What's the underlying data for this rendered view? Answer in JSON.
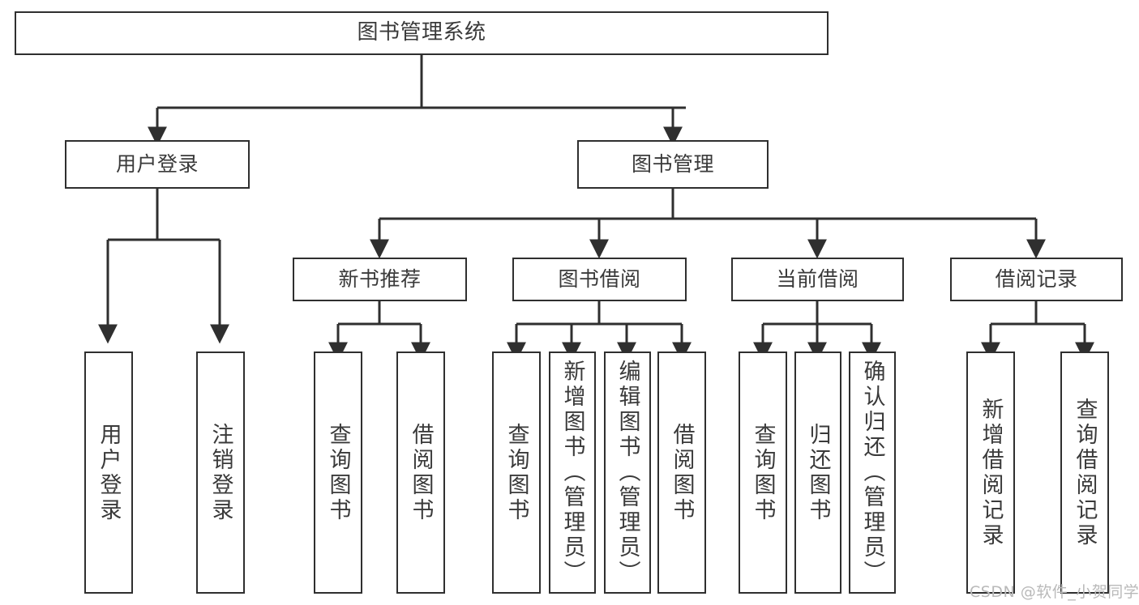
{
  "diagram": {
    "title": "图书管理系统",
    "type": "tree-hierarchy",
    "watermark": "CSDN @软件_小贺同学",
    "colors": {
      "stroke": "#2f2f2f",
      "text": "#3a3a3a",
      "background": "#ffffff",
      "watermark": "#b9b9b9"
    },
    "nodes": {
      "root": {
        "label": "图书管理系统"
      },
      "level2": [
        {
          "id": "user-login",
          "label": "用户登录"
        },
        {
          "id": "book-manage",
          "label": "图书管理"
        }
      ],
      "level3": [
        {
          "id": "new-book-recommend",
          "label": "新书推荐"
        },
        {
          "id": "book-borrow",
          "label": "图书借阅"
        },
        {
          "id": "current-borrow",
          "label": "当前借阅"
        },
        {
          "id": "borrow-record",
          "label": "借阅记录"
        }
      ],
      "leaves": [
        {
          "id": "leaf-user-login",
          "label": "用户登录",
          "parent": "user-login"
        },
        {
          "id": "leaf-logout",
          "label": "注销登录",
          "parent": "user-login"
        },
        {
          "id": "leaf-query-book-1",
          "label": "查询图书",
          "parent": "new-book-recommend"
        },
        {
          "id": "leaf-borrow-book-1",
          "label": "借阅图书",
          "parent": "new-book-recommend"
        },
        {
          "id": "leaf-query-book-2",
          "label": "查询图书",
          "parent": "book-borrow"
        },
        {
          "id": "leaf-add-book",
          "label": "新增图书（管理员）",
          "parent": "book-borrow"
        },
        {
          "id": "leaf-edit-book",
          "label": "编辑图书（管理员）",
          "parent": "book-borrow"
        },
        {
          "id": "leaf-borrow-book-2",
          "label": "借阅图书",
          "parent": "book-borrow"
        },
        {
          "id": "leaf-query-book-3",
          "label": "查询图书",
          "parent": "current-borrow"
        },
        {
          "id": "leaf-return-book",
          "label": "归还图书",
          "parent": "current-borrow"
        },
        {
          "id": "leaf-confirm-return",
          "label": "确认归还（管理员）",
          "parent": "current-borrow"
        },
        {
          "id": "leaf-add-record",
          "label": "新增借阅记录",
          "parent": "borrow-record"
        },
        {
          "id": "leaf-query-record",
          "label": "查询借阅记录",
          "parent": "borrow-record"
        }
      ]
    }
  }
}
